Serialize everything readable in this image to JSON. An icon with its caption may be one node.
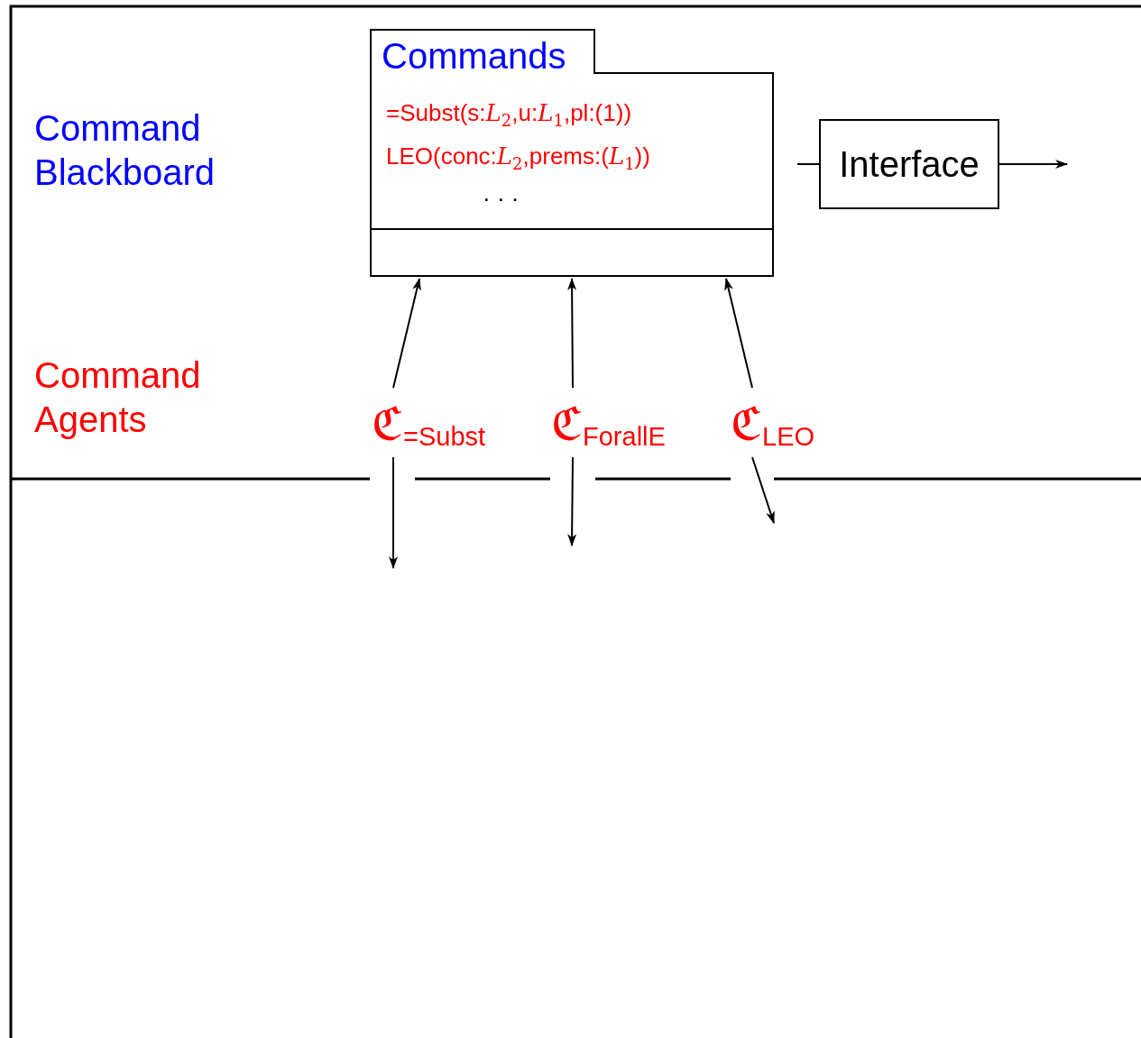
{
  "diagram": {
    "nodes": [
      {
        "text": [
          "Commands",
          "=Subst(s:*L*$_{2}$,u:*L*$_{1}$,pl:(1))",
          "LEO(conc:*L*$_{2}$,prems:(*L*$_{1}$))",
          "· · ·"
        ]
      },
      {
        "text": [
          "Interface"
        ]
      },
      {
        "text": [
          "ℭ$_{=Subst}$"
        ]
      },
      {
        "text": [
          "ℭ$_{ForallE}$"
        ]
      },
      {
        "text": [
          "ℭ$_{LEO}$"
        ]
      }
    ],
    "edges": [
      {
        "from": null,
        "to": 1,
        "arrow": "none"
      },
      {
        "from": 1,
        "to": null,
        "arrow": "to"
      },
      {
        "from": 2,
        "to": 0,
        "arrow": "to"
      },
      {
        "from": 3,
        "to": 0,
        "arrow": "to"
      },
      {
        "from": 4,
        "to": 0,
        "arrow": "to"
      },
      {
        "from": 2,
        "to": null,
        "arrow": "to"
      },
      {
        "from": 3,
        "to": null,
        "arrow": "to"
      },
      {
        "from": 4,
        "to": null,
        "arrow": "to"
      }
    ],
    "labels": [
      "Command Blackboard",
      "Command Agents"
    ]
  }
}
